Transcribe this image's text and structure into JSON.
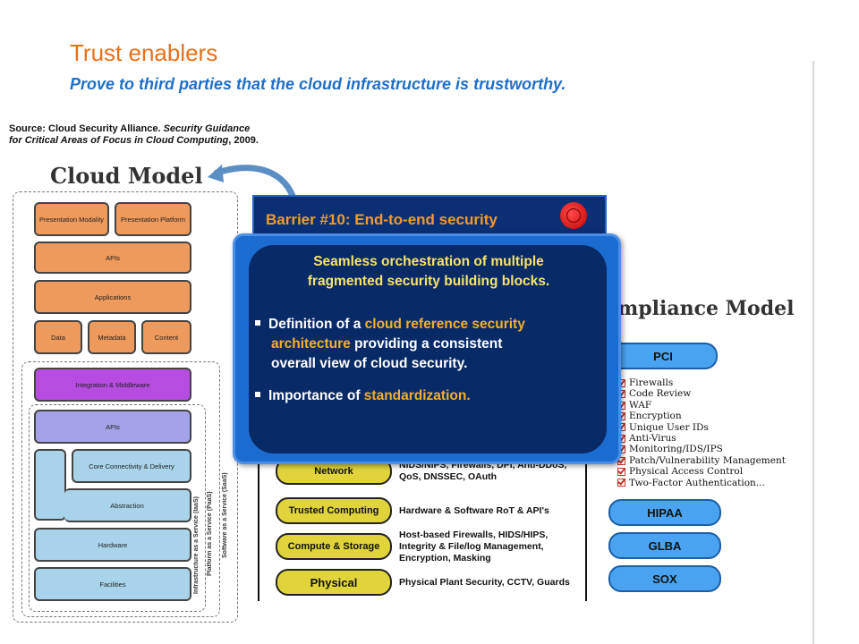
{
  "header": {
    "title": "Trust enablers",
    "subtitle": "Prove to third parties that the cloud infrastructure is trustworthy."
  },
  "source": {
    "line1_prefix": "Source: Cloud Security Alliance. ",
    "line1_italic": "Security Guidance",
    "line2_italic": "for Critical Areas of Focus in Cloud Computing",
    "line2_suffix": ", 2009."
  },
  "cloud_model": {
    "title": "Cloud Model",
    "blocks": {
      "presentation_modality": "Presentation Modality",
      "presentation_platform": "Presentation Platform",
      "apis_top": "APIs",
      "applications": "Applications",
      "data": "Data",
      "metadata": "Metadata",
      "content": "Content",
      "integration": "Integration & Middleware",
      "apis_mid": "APIs",
      "core_connectivity": "Core Connectivity & Delivery",
      "abstraction": "Abstraction",
      "hardware": "Hardware",
      "facilities": "Facilities"
    },
    "layers": {
      "iaas": "Infrastructure as a Service (IaaS)",
      "paas": "Platform as a Service (PaaS)",
      "saas": "Software as a Service (SaaS)"
    }
  },
  "security_model": {
    "rows": [
      {
        "label": "Network",
        "desc_1": "NIDS/NIPS, Firewalls, DPI, Anti-DDoS,",
        "desc_2": "QoS, DNSSEC, OAuth",
        "desc_3": ""
      },
      {
        "label": "Trusted Computing",
        "desc_1": "Hardware & Software RoT & API's",
        "desc_2": "",
        "desc_3": ""
      },
      {
        "label": "Compute & Storage",
        "desc_1": "Host-based Firewalls, HIDS/HIPS,",
        "desc_2": "Integrity & File/log Management,",
        "desc_3": "Encryption, Masking"
      },
      {
        "label": "Physical",
        "desc_1": "Physical Plant Security, CCTV, Guards",
        "desc_2": "",
        "desc_3": ""
      }
    ]
  },
  "compliance_model": {
    "title": "mpliance Model",
    "pci": "PCI",
    "checks": [
      "Firewalls",
      "Code Review",
      "WAF",
      "Encryption",
      "Unique User IDs",
      "Anti-Virus",
      "Monitoring/IDS/IPS",
      "Patch/Vulnerability Management",
      "Physical Access Control",
      "Two-Factor Authentication..."
    ],
    "hipaa": "HIPAA",
    "glba": "GLBA",
    "sox": "SOX"
  },
  "barrier": {
    "title": "Barrier #10: End-to-end security",
    "headline_1": "Seamless orchestration of multiple",
    "headline_2": "fragmented security building blocks.",
    "bullet1": {
      "pre": "Definition of a ",
      "hl1": "cloud reference security",
      "hl2": "architecture",
      "post1": " providing a consistent",
      "post2": "overall view of cloud security."
    },
    "bullet2": {
      "pre": "Importance of ",
      "hl": "standardization."
    }
  },
  "colors": {
    "title_orange": "#e8701a",
    "subtitle_blue": "#1f6fc9",
    "panel_navy": "#082a66",
    "highlight_gold": "#f4b02a"
  }
}
